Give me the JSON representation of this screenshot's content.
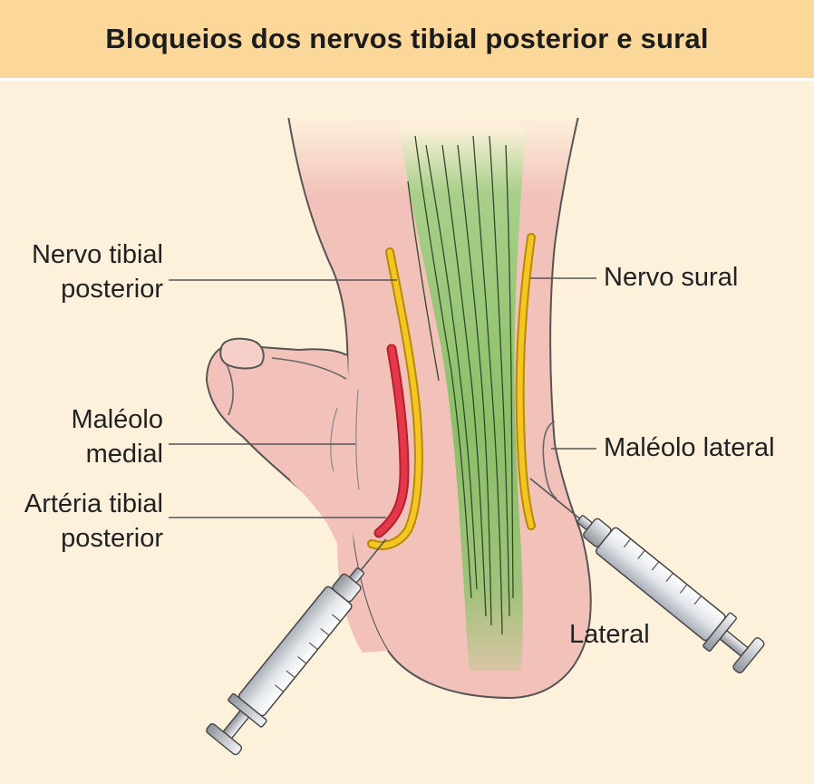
{
  "title": "Bloqueios dos nervos tibial posterior e sural",
  "labels": {
    "tibial_nerve_l1": "Nervo tibial",
    "tibial_nerve_l2": "posterior",
    "medial_malleolus_l1": "Maléolo",
    "medial_malleolus_l2": "medial",
    "tibial_artery_l1": "Artéria tibial",
    "tibial_artery_l2": "posterior",
    "sural_nerve": "Nervo sural",
    "lateral_malleolus": "Maléolo lateral",
    "lateral": "Lateral"
  },
  "colors": {
    "header_bg": "#fbd89a",
    "page_bg": "#fdf1dc",
    "skin": "#f2c1b9",
    "tendon": "#8cbf68",
    "nerve": "#f5c623",
    "artery": "#d8273a"
  }
}
